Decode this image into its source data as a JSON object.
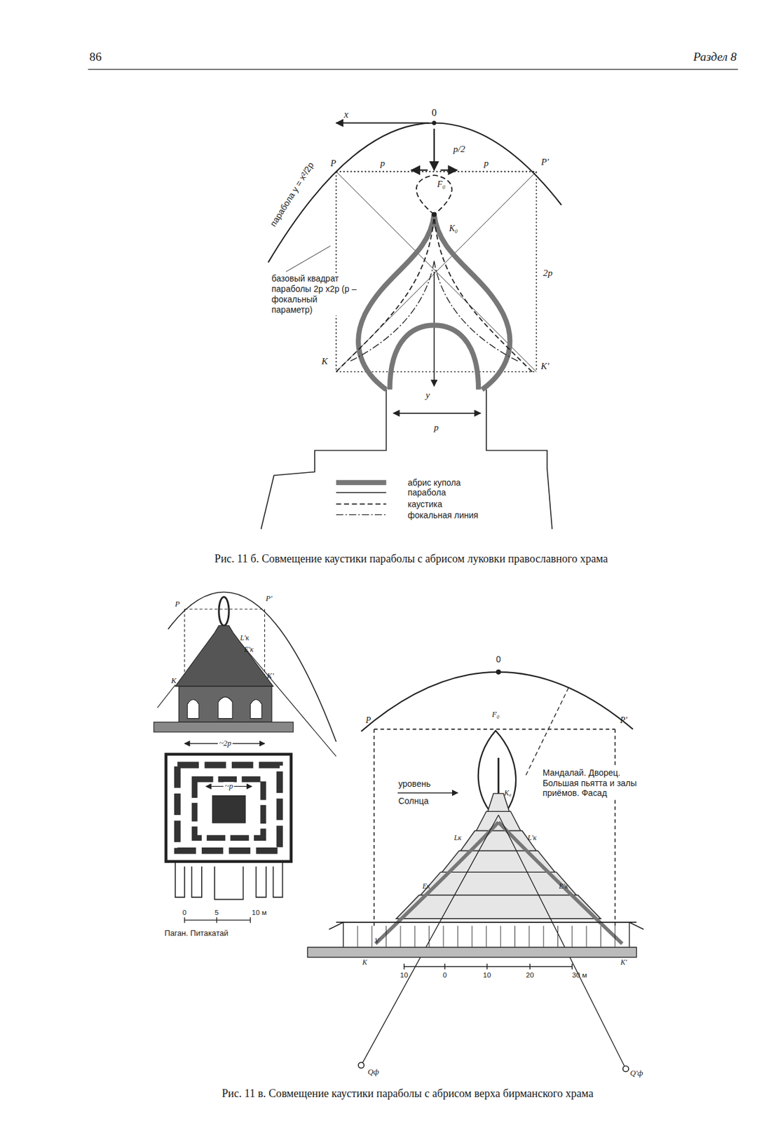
{
  "diagram": {
    "labels": [
      "86",
      "Раздел 8",
      "x",
      "0",
      "парабола y = x²/2p",
      "P",
      "p",
      "p/2",
      "p",
      "P'",
      "F₀",
      "K₀",
      "базовый квадрат параболы 2p x2p (p – фокальный параметр)",
      "2p",
      "K",
      "K'",
      "y",
      "p",
      "Рис. 11 б. Совмещение каустики параболы с абрисом луковки православного храма",
      "P",
      "P'",
      "L'к",
      "E'к",
      "K",
      "K'",
      "~2p",
      "~p",
      "0",
      "5",
      "10 м",
      "Паган. Питакатай",
      "0",
      "P",
      "F₀",
      "P'",
      "уровень Солнца",
      "Мандалай. Дворец. Большая пьятта и залы приёмов. Фасад",
      "K₀",
      "Lк",
      "L'к",
      "Eк",
      "E'к",
      "V",
      "K",
      "K'",
      "10",
      "0",
      "10",
      "20",
      "30 м",
      "Qф",
      "Q'ф",
      "Рис. 11 в. Совмещение каустики параболы с абрисом верха бирманского храма"
    ],
    "legend": [
      {
        "text": "абрис купола"
      },
      {
        "text": "парабола"
      },
      {
        "text": "каустика"
      },
      {
        "text": "фокальная линия"
      }
    ]
  }
}
